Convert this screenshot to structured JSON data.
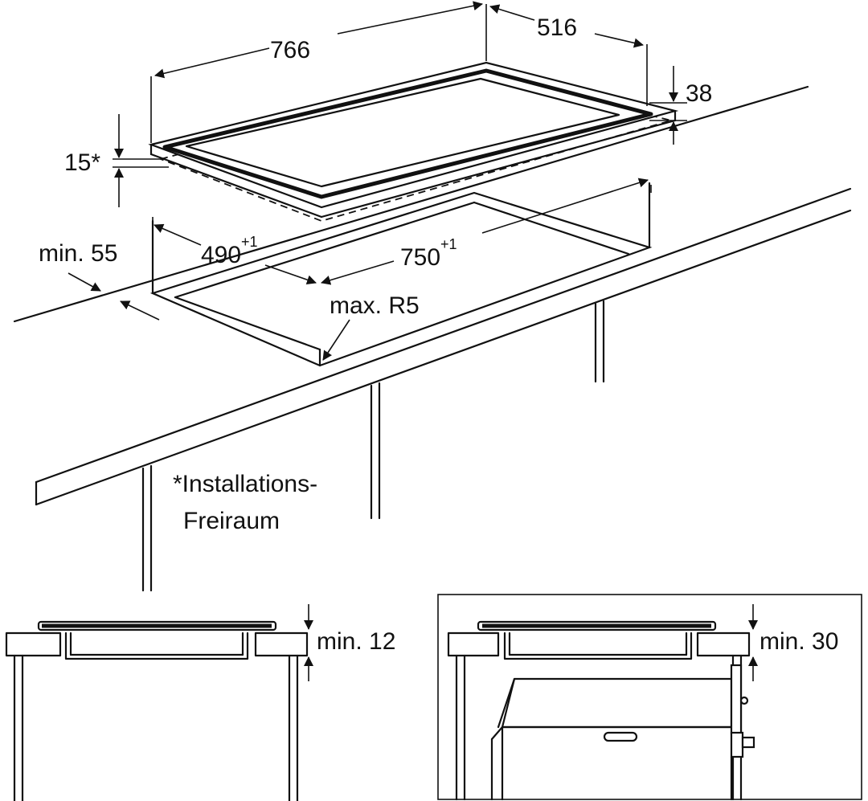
{
  "labels": {
    "width_top": "766",
    "depth_top": "516",
    "height_top": "38",
    "clearance_top": "15*",
    "min_edge": "min. 55",
    "cutout_depth": "490",
    "cutout_depth_tol": "+1",
    "cutout_width": "750",
    "cutout_width_tol": "+1",
    "max_radius": "max. R5",
    "note_line1": "*Installations-",
    "note_line2": "Freiraum",
    "min_gap_left": "min. 12",
    "min_gap_right": "min. 30"
  },
  "colors": {
    "line": "#111111",
    "background": "#ffffff"
  }
}
